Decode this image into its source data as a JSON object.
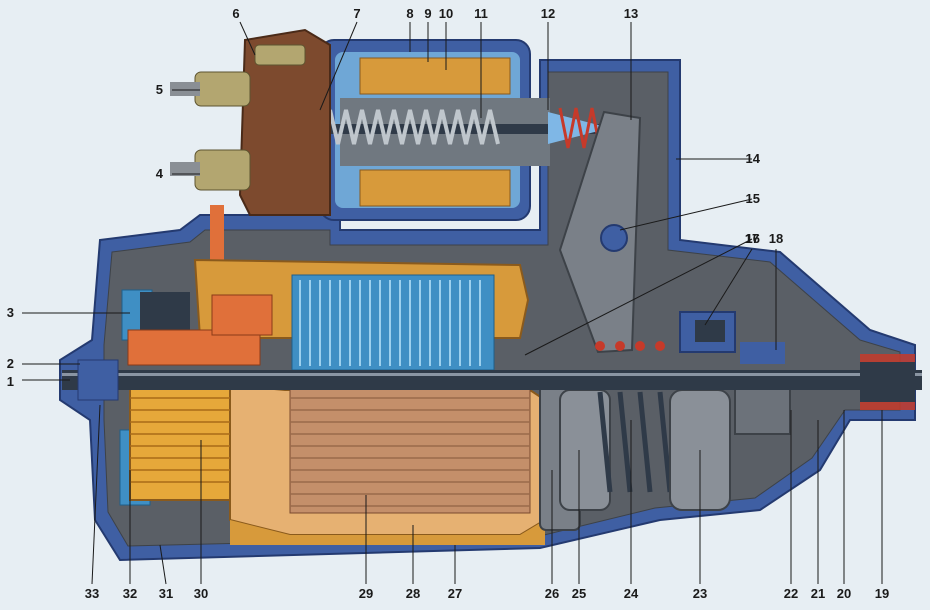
{
  "labels": [
    "1",
    "2",
    "3",
    "4",
    "5",
    "6",
    "7",
    "8",
    "9",
    "10",
    "11",
    "12",
    "13",
    "14",
    "15",
    "16",
    "17",
    "18",
    "19",
    "20",
    "21",
    "22",
    "23",
    "24",
    "25",
    "26",
    "27",
    "28",
    "29",
    "30",
    "31",
    "32",
    "33"
  ],
  "colors": {
    "housing": "#3f5fa3",
    "housing_section": "#555a60",
    "copper": "#d79a3b",
    "winding": "#3f8fc4",
    "terminal_brown": "#7d4a2e",
    "brush_orange": "#e0703a",
    "shaft": "#2f3a48",
    "spring_red": "#c63a2a"
  }
}
